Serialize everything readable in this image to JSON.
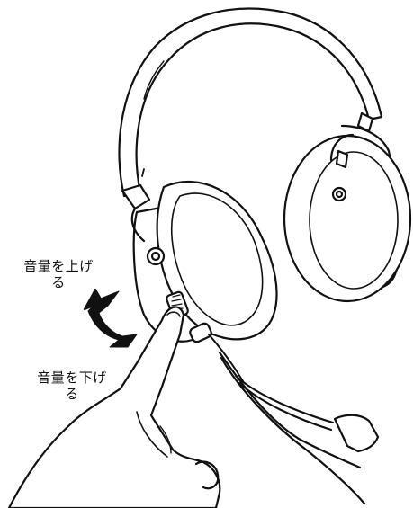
{
  "labels": {
    "volume_up": {
      "line1": "音量を上げ",
      "line2": "る"
    },
    "volume_down": {
      "line1": "音量を下げ",
      "line2": "る"
    }
  },
  "icons": {
    "headset": "headset-illustration",
    "volume_wheel": "volume-wheel-icon",
    "direction_arrow": "curved-double-arrow-icon",
    "finger": "finger-icon"
  },
  "colors": {
    "line": "#111111",
    "fill": "#ffffff"
  }
}
